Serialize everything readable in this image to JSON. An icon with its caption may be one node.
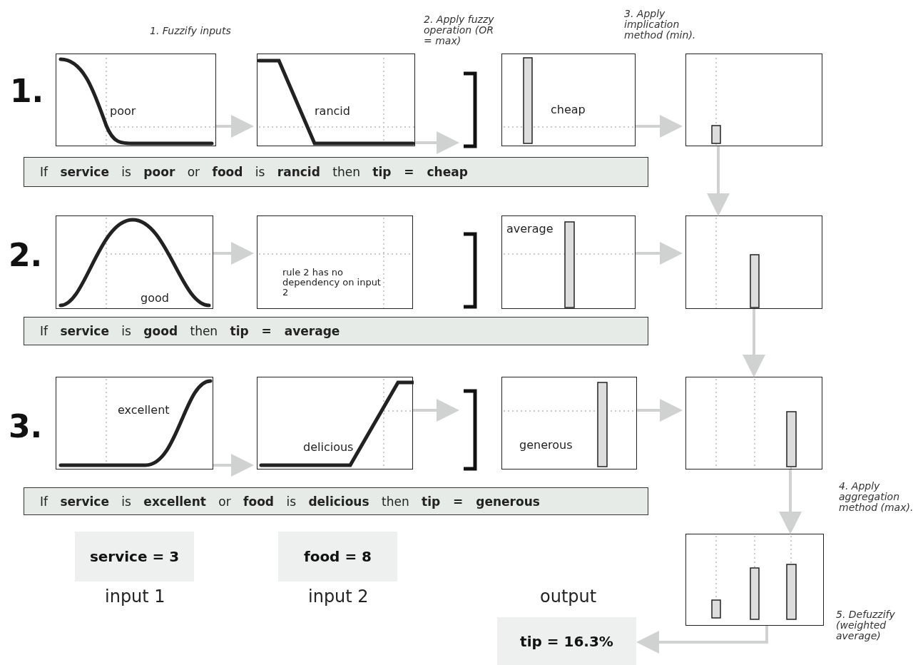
{
  "diagram": {
    "nodes": [
      {
        "text": [
          "poor"
        ]
      },
      {
        "text": [
          "rancid"
        ]
      },
      {
        "text": [],
        "shape": "bracket"
      },
      {
        "text": [
          "cheap"
        ]
      },
      {
        "text": [],
        "shape": "box"
      },
      {
        "text": [
          "If **service** is **poor** or **food** is **rancid** then **tip = cheap**"
        ]
      },
      {
        "text": [
          "good"
        ]
      },
      {
        "text": [
          "rule 2 has no dependency on input 2"
        ]
      },
      {
        "text": [],
        "shape": "bracket"
      },
      {
        "text": [
          "average"
        ]
      },
      {
        "text": [],
        "shape": "box"
      },
      {
        "text": [
          "If **service** is **good** then **tip = average**"
        ]
      },
      {
        "text": [
          "excellent"
        ]
      },
      {
        "text": [
          "delicious"
        ]
      },
      {
        "text": [],
        "shape": "bracket"
      },
      {
        "text": [
          "generous"
        ]
      },
      {
        "text": [],
        "shape": "box"
      },
      {
        "text": [
          "If **service** is **excellent** or **food** is **delicious** then **tip = generous**"
        ]
      },
      {
        "text": [],
        "shape": "box"
      },
      {
        "text": [
          "service = 3"
        ],
        "beside": [
          "input 1"
        ]
      },
      {
        "text": [
          "food = 8"
        ],
        "beside": [
          "input 2"
        ]
      },
      {
        "text": [
          "tip = 16.3%"
        ],
        "beside": [
          "output"
        ]
      }
    ],
    "edges": [
      {
        "from": 0,
        "to": 1,
        "arrow": "to"
      },
      {
        "from": 1,
        "to": 2,
        "arrow": "to"
      },
      {
        "from": 3,
        "to": 4,
        "arrow": "to"
      },
      {
        "from": 6,
        "to": 7,
        "arrow": "to"
      },
      {
        "from": 9,
        "to": 10,
        "arrow": "to"
      },
      {
        "from": 12,
        "to": 13,
        "arrow": "to"
      },
      {
        "from": 13,
        "to": 14,
        "arrow": "to"
      },
      {
        "from": 15,
        "to": 16,
        "arrow": "to"
      },
      {
        "from": 4,
        "to": 10,
        "arrow": "to"
      },
      {
        "from": 10,
        "to": 16,
        "arrow": "to"
      },
      {
        "from": 16,
        "to": 18,
        "arrow": "to"
      },
      {
        "from": 18,
        "to": 21,
        "arrow": "to"
      }
    ],
    "labels": [
      "1. Fuzzify inputs",
      "2. Apply fuzzy operation (OR = max)",
      "3. Apply implication method (min).",
      "1.",
      "2.",
      "3.",
      "4. Apply aggregation method (max).",
      "5. Defuzzify (weighted average)"
    ]
  }
}
